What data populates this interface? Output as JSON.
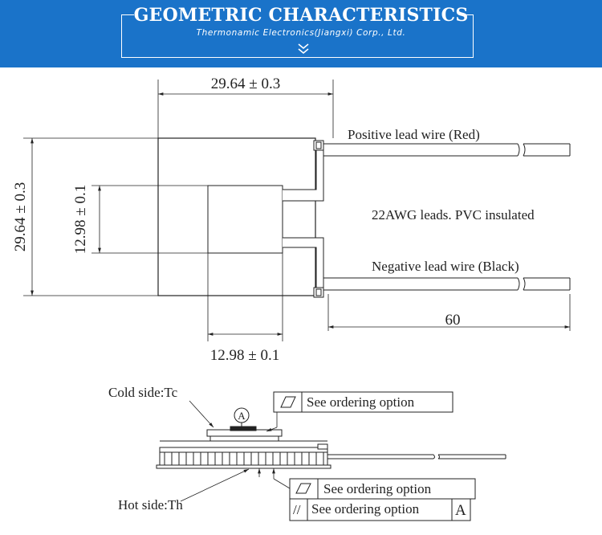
{
  "banner": {
    "title": "GEOMETRIC CHARACTERISTICS",
    "subtitle": "Thermonamic Electronics(Jiangxi) Corp., Ltd."
  },
  "top_view": {
    "width_dim": "29.64 ± 0.3",
    "height_dim": "29.64 ± 0.3",
    "inner_height_dim": "12.98 ± 0.1",
    "inner_width_dim": "12.98 ± 0.1",
    "positive_lead": "Positive lead wire (Red)",
    "leads_note": "22AWG leads. PVC insulated",
    "negative_lead": "Negative lead wire (Black)",
    "lead_length": "60"
  },
  "side_view": {
    "cold_side": "Cold side:Tc",
    "hot_side": "Hot side:Th",
    "datum": "A",
    "flatness_top": "See ordering option",
    "flatness_bottom": "See ordering option",
    "parallelism": "See ordering option",
    "parallelism_datum": "A",
    "parallel_symbol": "//"
  },
  "colors": {
    "banner": "#1a73c9",
    "line": "#222222"
  }
}
